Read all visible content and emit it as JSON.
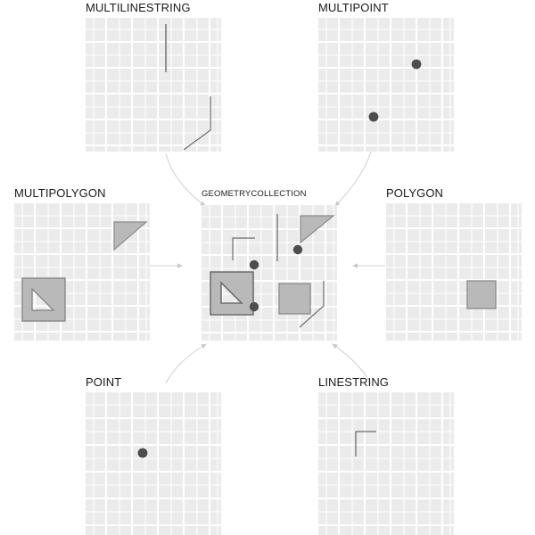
{
  "diagram": {
    "title_hidden": "",
    "background": "#ffffff",
    "panel_fill": "#ebebeb",
    "grid_color": "#ffffff",
    "geom_stroke": "#666666",
    "geom_fill": "#b3b3b3",
    "point_color": "#4d4d4d",
    "arrow_color": "#cccccc",
    "center_label": "GEOMETRYCOLLECTION"
  },
  "panels": [
    {
      "id": "multilinestring",
      "label": "MULTILINESTRING",
      "position": "top-left",
      "geometries": [
        "linestring-vertical",
        "linestring-bent"
      ]
    },
    {
      "id": "multipoint",
      "label": "MULTIPOINT",
      "position": "top-right",
      "geometries": [
        "point-upper-right",
        "point-lower-left"
      ]
    },
    {
      "id": "multipolygon",
      "label": "MULTIPOLYGON",
      "position": "middle-left",
      "geometries": [
        "triangle",
        "square-with-triangular-hole"
      ]
    },
    {
      "id": "geometrycollection",
      "label": "GEOMETRYCOLLECTION",
      "position": "center",
      "geometries": [
        "triangle",
        "square-with-triangular-hole",
        "square",
        "linestring-vertical",
        "linestring-bent",
        "linestring-corner",
        "point",
        "point",
        "point"
      ]
    },
    {
      "id": "polygon",
      "label": "POLYGON",
      "position": "middle-right",
      "geometries": [
        "square"
      ]
    },
    {
      "id": "point",
      "label": "POINT",
      "position": "bottom-left",
      "geometries": [
        "point"
      ]
    },
    {
      "id": "linestring",
      "label": "LINESTRING",
      "position": "bottom-right",
      "geometries": [
        "linestring-corner"
      ]
    }
  ],
  "arrows": [
    {
      "from": "multilinestring",
      "to": "geometrycollection",
      "style": "curved"
    },
    {
      "from": "multipoint",
      "to": "geometrycollection",
      "style": "curved"
    },
    {
      "from": "multipolygon",
      "to": "geometrycollection",
      "style": "straight"
    },
    {
      "from": "polygon",
      "to": "geometrycollection",
      "style": "straight"
    },
    {
      "from": "point",
      "to": "geometrycollection",
      "style": "curved"
    },
    {
      "from": "linestring",
      "to": "geometrycollection",
      "style": "curved"
    }
  ]
}
